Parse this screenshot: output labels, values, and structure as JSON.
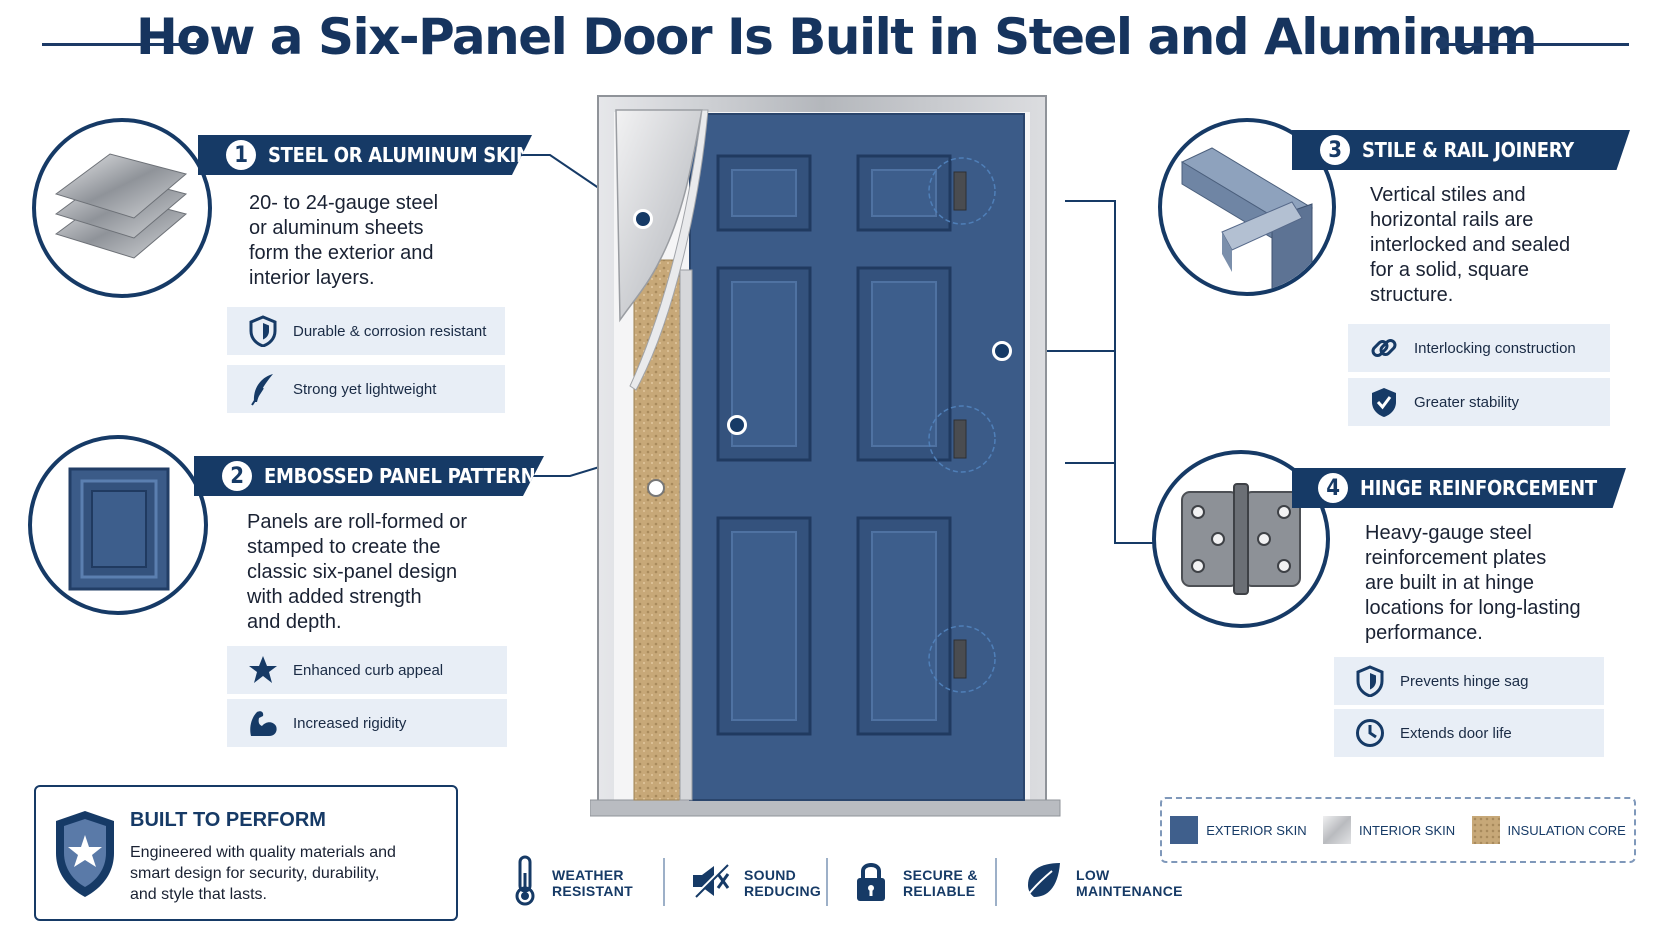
{
  "title": "How a Six-Panel Door Is Built in Steel and Aluminum",
  "sections": [
    {
      "number": "1",
      "heading": "STEEL OR ALUMINUM SKIN",
      "description_lines": [
        "20- to 24-gauge steel",
        "or aluminum sheets",
        "form the exterior and",
        "interior layers."
      ],
      "features": [
        {
          "icon": "shield-icon",
          "label": "Durable & corrosion resistant"
        },
        {
          "icon": "feather-icon",
          "label": "Strong yet lightweight"
        }
      ]
    },
    {
      "number": "2",
      "heading": "EMBOSSED PANEL PATTERN",
      "description_lines": [
        "Panels are roll-formed or",
        "stamped to create the",
        "classic six-panel design",
        "with added strength",
        "and depth."
      ],
      "features": [
        {
          "icon": "star-icon",
          "label": "Enhanced curb appeal"
        },
        {
          "icon": "muscle-arm-icon",
          "label": "Increased rigidity"
        }
      ]
    },
    {
      "number": "3",
      "heading": "STILE & RAIL JOINERY",
      "description_lines": [
        "Vertical stiles and",
        "horizontal rails are",
        "interlocked and sealed",
        "for a solid, square",
        "structure."
      ],
      "features": [
        {
          "icon": "chain-link-icon",
          "label": "Interlocking construction"
        },
        {
          "icon": "shield-check-icon",
          "label": "Greater stability"
        }
      ]
    },
    {
      "number": "4",
      "heading": "HINGE REINFORCEMENT",
      "description_lines": [
        "Heavy-gauge steel",
        "reinforcement plates",
        "are built in at hinge",
        "locations for long-lasting",
        "performance."
      ],
      "features": [
        {
          "icon": "shield-icon",
          "label": "Prevents hinge sag"
        },
        {
          "icon": "clock-icon",
          "label": "Extends door life"
        }
      ]
    }
  ],
  "built_to_perform": {
    "heading": "BUILT TO PERFORM",
    "lines": [
      "Engineered with quality materials and",
      "smart design for security, durability,",
      "and style that lasts."
    ]
  },
  "bottom_features": [
    {
      "icon": "thermometer-icon",
      "line1": "WEATHER",
      "line2": "RESISTANT"
    },
    {
      "icon": "muted-speaker-icon",
      "line1": "SOUND",
      "line2": "REDUCING"
    },
    {
      "icon": "padlock-icon",
      "line1": "SECURE &",
      "line2": "RELIABLE"
    },
    {
      "icon": "leaf-icon",
      "line1": "LOW",
      "line2": "MAINTENANCE"
    }
  ],
  "legend": [
    {
      "label": "EXTERIOR SKIN",
      "color": "#3f5f8c"
    },
    {
      "label": "INTERIOR SKIN",
      "color": "#c9cbcf"
    },
    {
      "label": "INSULATION CORE",
      "color": "#c7a878"
    }
  ],
  "colors": {
    "navy": "#163a66",
    "door_blue": "#3b5b88",
    "light_panel": "#e8eef6"
  }
}
